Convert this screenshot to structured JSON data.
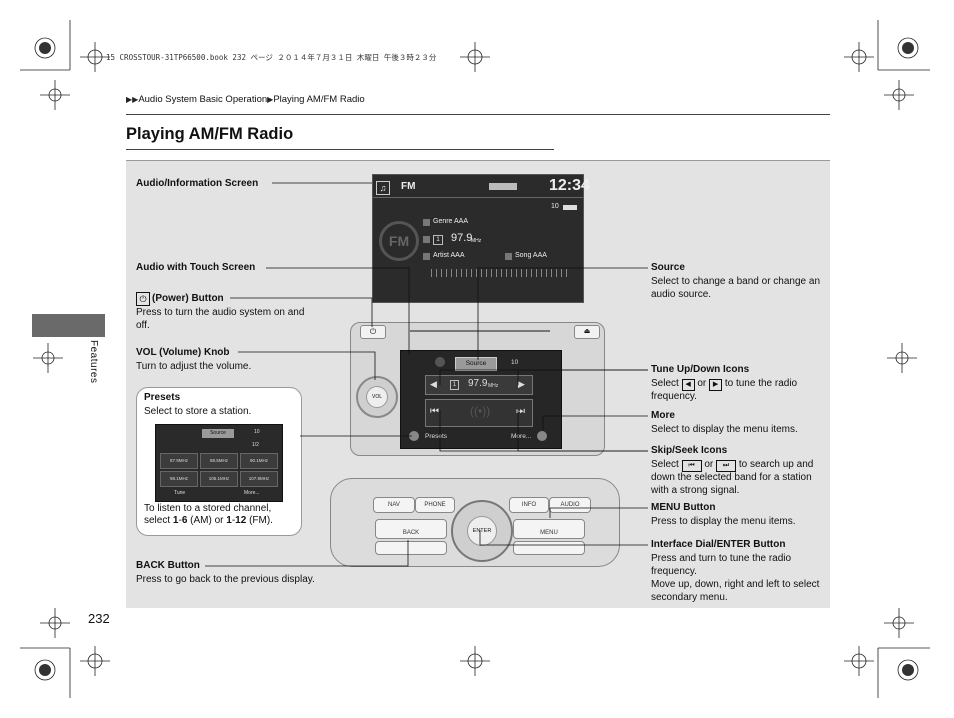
{
  "print_header": "15 CROSSTOUR-31TP66500.book  232 ページ  ２０１４年７月３１日  木曜日  午後３時２３分",
  "breadcrumb": {
    "arrow": "▶▶",
    "section": "Audio System Basic Operation",
    "sep": "▶",
    "page": "Playing AM/FM Radio"
  },
  "title": "Playing AM/FM Radio",
  "side_tab": "Features",
  "page_number": "232",
  "left_labels": {
    "audio_info_screen": "Audio/Information Screen",
    "audio_touch_screen": "Audio with Touch Screen",
    "power_title": "(Power) Button",
    "power_text": "Press to turn the audio system on and off.",
    "vol_title": "VOL (Volume) Knob",
    "vol_text": "Turn to adjust the volume.",
    "presets_title": "Presets",
    "presets_text": "Select to store a station.",
    "presets_note_1": "To listen to a stored channel,",
    "presets_note_2a": "select ",
    "presets_note_2b": "1",
    "presets_note_2c": "-",
    "presets_note_2d": "6",
    "presets_note_2e": " (AM) or ",
    "presets_note_2f": "1",
    "presets_note_2g": "-",
    "presets_note_2h": "12",
    "presets_note_2i": " (FM).",
    "back_title": "BACK Button",
    "back_text": "Press to go back to the previous display."
  },
  "right_labels": {
    "source_title": "Source",
    "source_text": "Select to change a band or change an audio source.",
    "tune_title": "Tune Up/Down Icons",
    "tune_text_a": "Select",
    "tune_text_b": "or",
    "tune_text_c": "to tune the radio frequency.",
    "more_title": "More",
    "more_text": "Select to display the menu items.",
    "skip_title": "Skip/Seek Icons",
    "skip_text_a": "Select",
    "skip_text_b": "or",
    "skip_text_c": "to search up and down the selected band for a station with a strong signal.",
    "menu_title": "MENU Button",
    "menu_text": "Press to display the menu items.",
    "dial_title": "Interface Dial/ENTER Button",
    "dial_text_1": "Press and turn to tune the radio frequency.",
    "dial_text_2": "Move up, down, right and left to select secondary menu."
  },
  "upper_screen": {
    "band": "FM",
    "clock": "12:34",
    "volume": "10",
    "genre": "Genre AAA",
    "preset_no": "1",
    "freq": "97.9",
    "freq_unit": "MHz",
    "artist": "Artist AAA",
    "song": "Song AAA"
  },
  "touch_screen": {
    "source": "Source",
    "volume": "10",
    "preset_no": "1",
    "freq": "97.9",
    "freq_unit": "MHz",
    "presets": "Presets",
    "more": "More..."
  },
  "knob_label": "VOL",
  "hw_buttons": {
    "nav": "NAV",
    "phone": "PHONE",
    "info": "INFO",
    "audio": "AUDIO",
    "back": "BACK",
    "menu": "MENU",
    "enter": "ENTER"
  },
  "mini_screen": {
    "source": "Source",
    "volume": "10",
    "page": "1/2",
    "presets": [
      "87.9MHz",
      "88.5MHz",
      "90.1MHz",
      "98.1MHz",
      "105.1MHz",
      "107.9MHz"
    ],
    "tune": "Tune",
    "more": "More..."
  },
  "colors": {
    "panel": "#e3e3e3",
    "side_tab": "#6a6a6a",
    "screen": "#2b2b2b"
  },
  "icons": [
    "power-icon",
    "music-note-icon",
    "fm-logo-icon",
    "tune-left-icon",
    "tune-right-icon",
    "skip-back-icon",
    "skip-forward-icon",
    "eject-icon"
  ]
}
